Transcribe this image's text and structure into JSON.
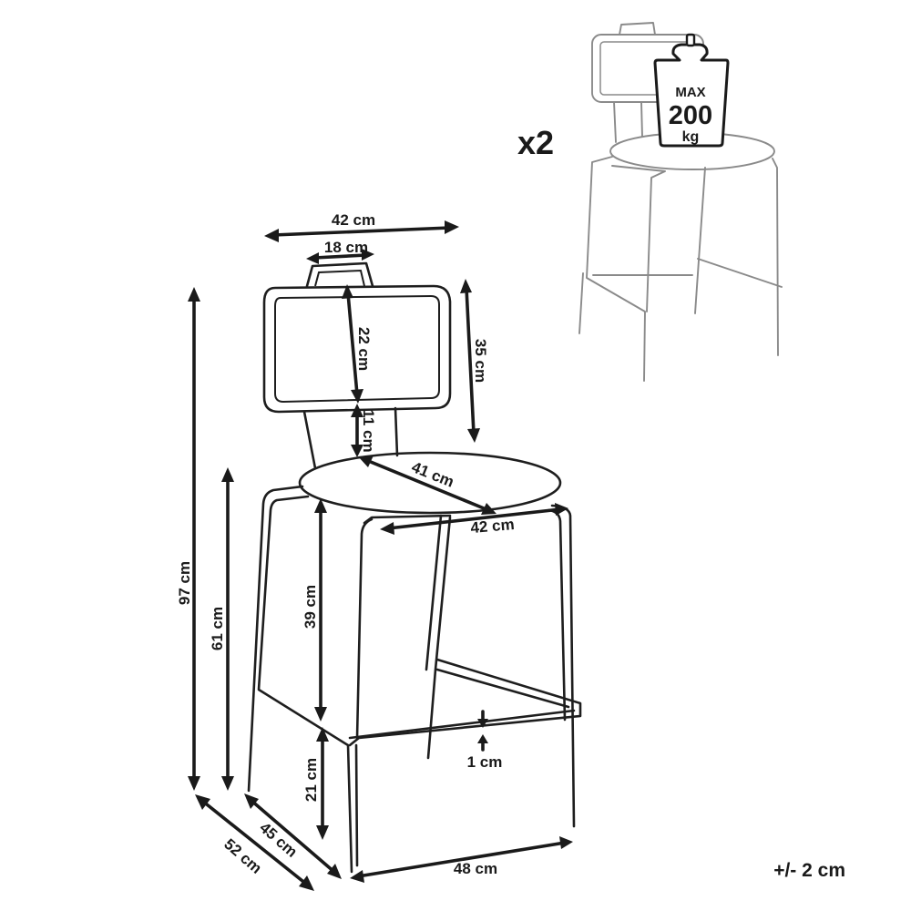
{
  "quantity": "x2",
  "max_load": {
    "line1": "MAX",
    "line2": "200",
    "line3": "kg"
  },
  "tolerance": "+/- 2 cm",
  "dimensions": {
    "overall_width": "42 cm",
    "handle_width": "18 cm",
    "backrest_height": "22 cm",
    "back_height": "35 cm",
    "back_gap": "11 cm",
    "seat_diameter": "41 cm",
    "seat_width": "42 cm",
    "total_height": "97 cm",
    "seat_height": "61 cm",
    "seat_to_footrest": "39 cm",
    "footrest_height": "21 cm",
    "footrest_thickness": "1 cm",
    "base_depth": "45 cm",
    "overall_depth": "52 cm",
    "base_width": "48 cm"
  }
}
